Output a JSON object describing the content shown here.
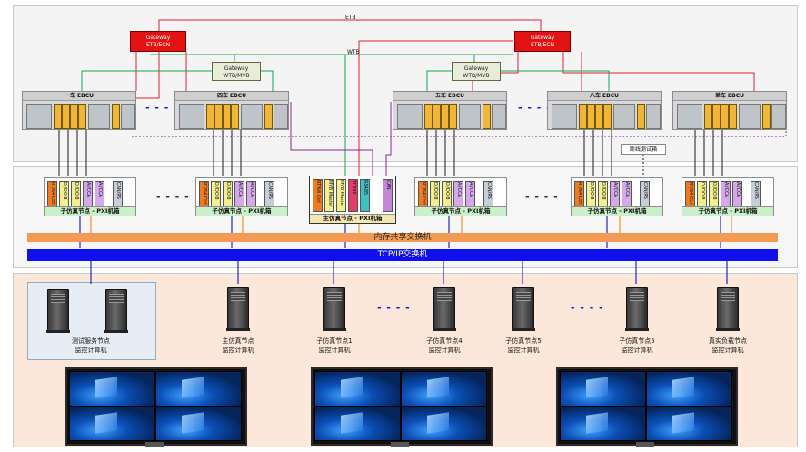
{
  "top_bus": {
    "etb_label": "ETB",
    "wtb_label": "WTB"
  },
  "gateways": {
    "red": [
      {
        "line1": "Gateway",
        "line2": "ETB/ECN"
      },
      {
        "line1": "Gateway",
        "line2": "ETB/ECN"
      }
    ],
    "green": [
      {
        "line1": "Gateway",
        "line2": "WTB/MVB"
      },
      {
        "line1": "Gateway",
        "line2": "WTB/MVB"
      }
    ]
  },
  "ebcu_units": [
    {
      "label": "一车 EBCU"
    },
    {
      "label": "四车 EBCU"
    },
    {
      "label": "五车 EBCU"
    },
    {
      "label": "八车 EBCU"
    },
    {
      "label": "单车 EBCU"
    }
  ],
  "fault_box_label": "断线测试箱",
  "pxi_nodes": [
    {
      "label": "子仿真节点 - PXI机箱",
      "modules": [
        "RT/64 Ctrl",
        "DI/DO 8",
        "DI/DO 8",
        "AI/CCA",
        "AI/CCA",
        "CAN/RS"
      ]
    },
    {
      "label": "子仿真节点 - PXI机箱",
      "modules": [
        "RT/64 Ctrl",
        "DI/DO 8",
        "DI/DO 8",
        "AI/CCA",
        "AI/CCA",
        "CAN/RS"
      ]
    },
    {
      "label": "主仿真节点 - PXI机箱",
      "modules": [
        "RT/64 Ctrl",
        "MVB Master",
        "MVB Master 2",
        "TCP/IP",
        "RS485",
        "CAN"
      ]
    },
    {
      "label": "子仿真节点 - PXI机箱",
      "modules": [
        "RT/64 Ctrl",
        "DI/DO 8",
        "DI/DO 8",
        "AI/CCA",
        "AI/CCA",
        "CAN/RS"
      ]
    },
    {
      "label": "子仿真节点 - PXI机箱",
      "modules": [
        "RT/64 Ctrl",
        "DI/DO 8",
        "DI/DO 8",
        "AI/CCA",
        "AI/CCA",
        "CAN/RS"
      ]
    },
    {
      "label": "子仿真节点 - PXI机箱",
      "modules": [
        "RT/64 Ctrl",
        "DI/DO 8",
        "DI/DO 8",
        "AI/CCA",
        "AI/CCA",
        "CAN/RS"
      ]
    }
  ],
  "switches": {
    "memory": "内存共享交换机",
    "tcp": "TCP/IP交换机"
  },
  "computers": [
    {
      "line1": "测试服务节点",
      "line2": "监控计算机"
    },
    {
      "line1": "主仿真节点",
      "line2": "监控计算机"
    },
    {
      "line1": "子仿真节点1",
      "line2": "监控计算机"
    },
    {
      "line1": "子仿真节点4",
      "line2": "监控计算机"
    },
    {
      "line1": "子仿真节点5",
      "line2": "监控计算机"
    },
    {
      "line1": "子仿真节点5",
      "line2": "监控计算机"
    },
    {
      "line1": "真实负载节点",
      "line2": "监控计算机"
    }
  ],
  "colors": {
    "etb_line": "#e0203a",
    "wtb_line": "#12a850",
    "io_line": "#1a1a1a",
    "net_line": "#2424cc",
    "mem_line": "#f0901e",
    "purple_line": "#8a2a8a",
    "bottom_band": "#fbe8da"
  }
}
